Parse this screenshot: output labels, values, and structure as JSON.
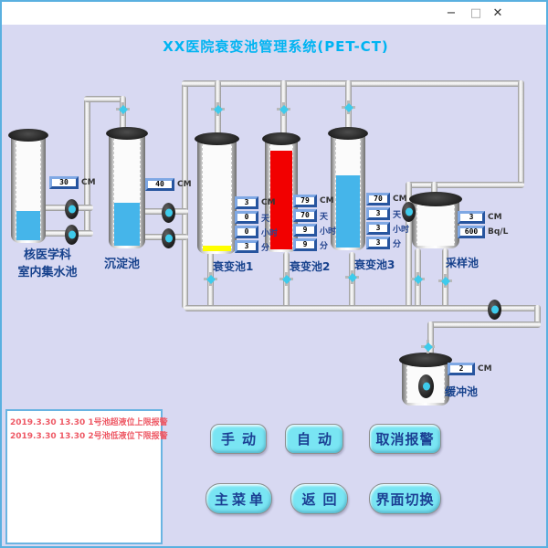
{
  "window": {
    "minimize": "−",
    "maximize": "□",
    "close": "✕"
  },
  "header": {
    "title": "XX医院衰变池管理系统(PET-CT)"
  },
  "tanks": {
    "collect": {
      "label1": "核医学科",
      "label2": "室内集水池",
      "values": [
        {
          "v": "30",
          "u": "CM"
        }
      ]
    },
    "sediment": {
      "label": "沉淀池",
      "values": [
        {
          "v": "40",
          "u": "CM"
        }
      ]
    },
    "decay1": {
      "label": "衰变池1",
      "values": [
        {
          "v": "3",
          "u": "CM"
        },
        {
          "v": "0",
          "u": "天"
        },
        {
          "v": "0",
          "u": "小时"
        },
        {
          "v": "3",
          "u": "分"
        }
      ]
    },
    "decay2": {
      "label": "衰变池2",
      "values": [
        {
          "v": "79",
          "u": "CM"
        },
        {
          "v": "70",
          "u": "天"
        },
        {
          "v": "9",
          "u": "小时"
        },
        {
          "v": "9",
          "u": "分"
        }
      ]
    },
    "decay3": {
      "label": "衰变池3",
      "values": [
        {
          "v": "70",
          "u": "CM"
        },
        {
          "v": "3",
          "u": "天"
        },
        {
          "v": "3",
          "u": "小时"
        },
        {
          "v": "3",
          "u": "分"
        }
      ]
    },
    "sampling": {
      "label": "采样池",
      "values": [
        {
          "v": "3",
          "u": "CM"
        },
        {
          "v": "600",
          "u": "Bq/L"
        }
      ]
    },
    "buffer": {
      "label": "缓冲池",
      "values": [
        {
          "v": "2",
          "u": "CM"
        }
      ]
    }
  },
  "alarms": {
    "line1": "2019.3.30 13.30 1号池超液位上限报警",
    "line2": "2019.3.30 13.30 2号池低液位下限报警"
  },
  "buttons": {
    "manual": "手动",
    "auto": "自动",
    "cancel_alarm": "取消报警",
    "main_menu": "主菜单",
    "back": "返回",
    "switch_screen": "界面切换"
  },
  "colors": {
    "title": "#00b4f2",
    "liquid_blue": "#45b5ea",
    "liquid_red": "#f20000",
    "liquid_yellow": "#ffff00",
    "accent_cyan": "#3ecbec",
    "button_fill": "#79e5f3",
    "alarm_text": "#ee5a66",
    "background": "#d8d9f2"
  }
}
